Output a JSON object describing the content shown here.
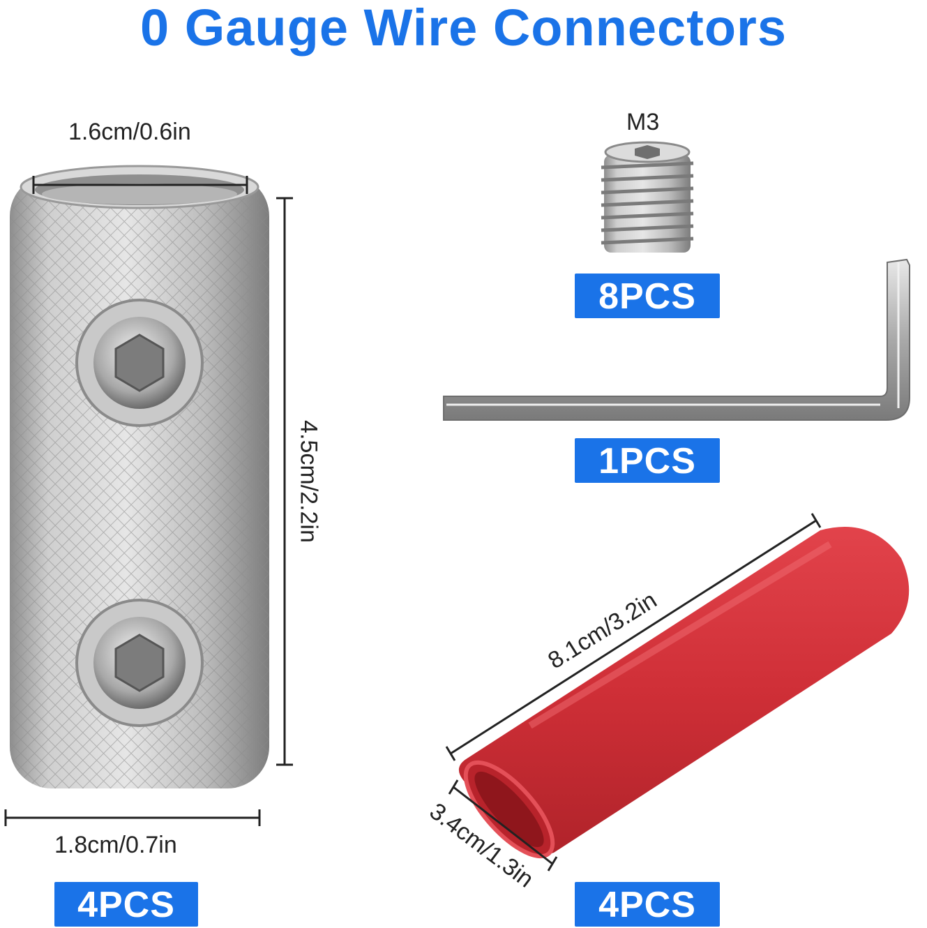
{
  "title": "0 Gauge Wire Connectors",
  "connector": {
    "top_width": "1.6cm/0.6in",
    "height": "4.5cm/2.2in",
    "bottom_width": "1.8cm/0.7in",
    "quantity": "4PCS"
  },
  "screw": {
    "size_label": "M3",
    "quantity": "8PCS"
  },
  "hex_key": {
    "quantity": "1PCS"
  },
  "heat_shrink_tube": {
    "length": "8.1cm/3.2in",
    "width": "3.4cm/1.3in",
    "quantity": "4PCS",
    "color": "#d9323a"
  },
  "colors": {
    "accent": "#1a73e8",
    "badge_text": "#ffffff"
  }
}
